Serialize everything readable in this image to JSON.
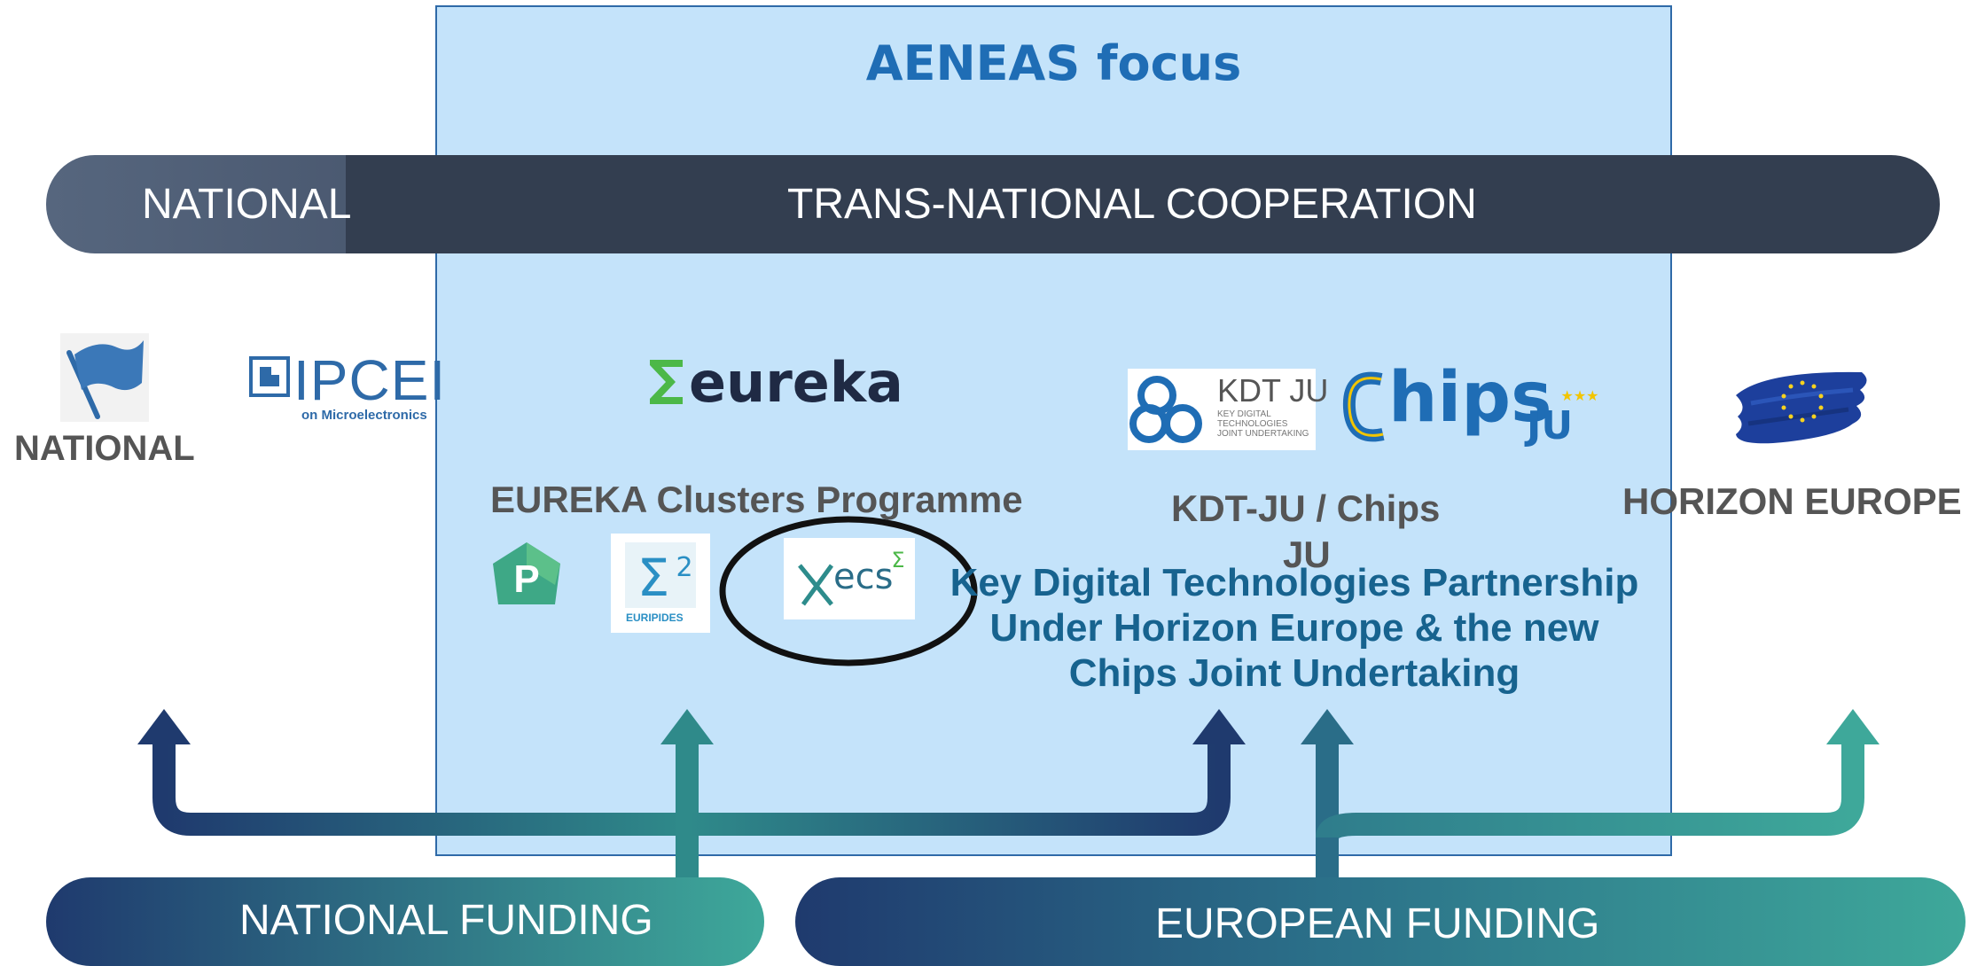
{
  "focus": {
    "title": "AENEAS focus"
  },
  "top_bar": {
    "national_label": "NATIONAL",
    "transnational_label": "TRANS-NATIONAL COOPERATION"
  },
  "national": {
    "label": "NATIONAL",
    "ipcei_logo": "IPCEI",
    "ipcei_sub": "on Microelectronics"
  },
  "eureka": {
    "logo_text": "eureka",
    "programme_label": "EUREKA Clusters Programme",
    "euripides_text": "EURIPIDES",
    "xecs_text": "ecs"
  },
  "kdt": {
    "logo_text": "KDT JU",
    "logo_sub": [
      "KEY DIGITAL",
      "TECHNOLOGIES",
      "JOINT UNDERTAKING"
    ],
    "chips_text": "hips",
    "chips_ju": "JU",
    "label_line1": "KDT-JU / Chips",
    "label_line2": "JU",
    "description": [
      "Key Digital Technologies Partnership",
      "Under Horizon Europe & the new",
      "Chips Joint Undertaking"
    ]
  },
  "horizon": {
    "label": "HORIZON EUROPE"
  },
  "funding": {
    "national": "NATIONAL FUNDING",
    "european": "EUROPEAN FUNDING"
  },
  "colors": {
    "focus_bg": "#c4e3fa",
    "dark_bar": "#333e50",
    "navy": "#1f3a6e",
    "teal": "#3ea89a",
    "accent_blue": "#1f6db5"
  }
}
